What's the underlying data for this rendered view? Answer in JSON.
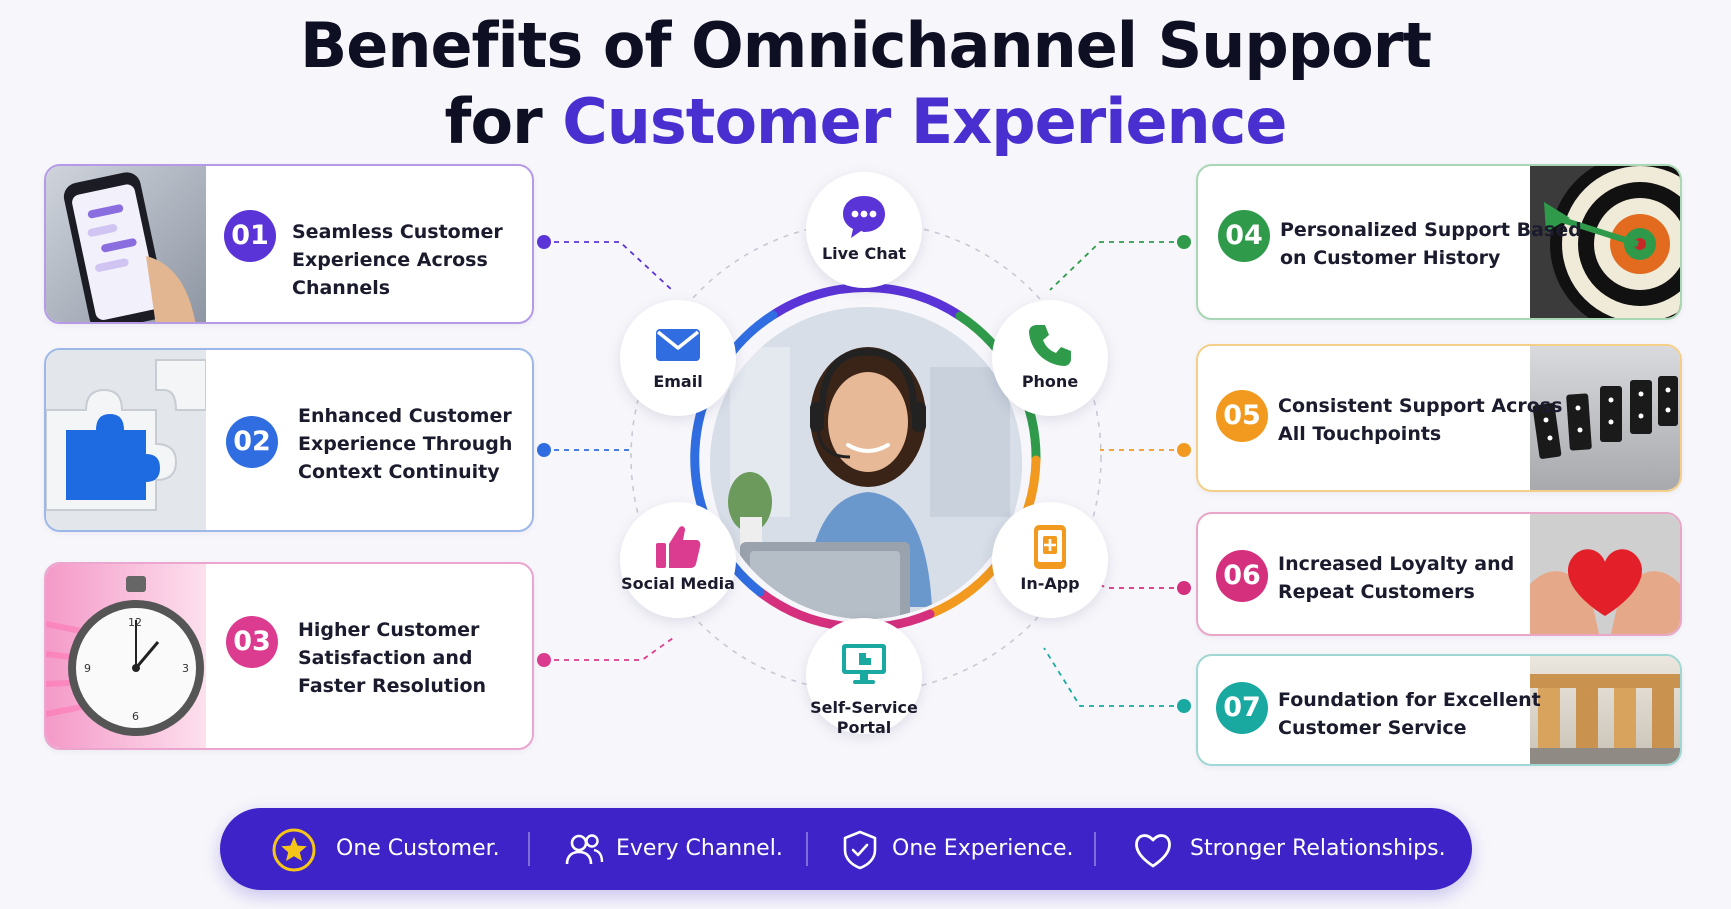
{
  "title": {
    "line1": "Benefits of Omnichannel Support",
    "line2_prefix": "for ",
    "line2_accent": "Customer Experience"
  },
  "colors": {
    "purple": "#5b34d8",
    "blue": "#2f6de0",
    "pink": "#dc3c8f",
    "green": "#2f9a4a",
    "orange": "#f29a1f",
    "magenta": "#d4307e",
    "teal": "#19a9a0",
    "banner": "#3d23c8"
  },
  "benefits": [
    {
      "number": "01",
      "line1": "Seamless Customer",
      "line2": "Experience Across Channels",
      "line3": "",
      "color": "#5b34d8",
      "image": "smartphone-chat-photo"
    },
    {
      "number": "02",
      "line1": "Enhanced Customer",
      "line2": "Experience Through",
      "line3": "Context Continuity",
      "color": "#2f6de0",
      "image": "puzzle-piece-photo"
    },
    {
      "number": "03",
      "line1": "Higher Customer",
      "line2": "Satisfaction and",
      "line3": "Faster Resolution",
      "color": "#dc3c8f",
      "image": "stopwatch-photo"
    },
    {
      "number": "04",
      "line1": "Personalized Support Based",
      "line2": "on Customer History",
      "line3": "",
      "color": "#2f9a4a",
      "image": "dartboard-photo"
    },
    {
      "number": "05",
      "line1": "Consistent Support Across",
      "line2": "All Touchpoints",
      "line3": "",
      "color": "#f29a1f",
      "image": "dominoes-photo"
    },
    {
      "number": "06",
      "line1": "Increased Loyalty and",
      "line2": "Repeat Customers",
      "line3": "",
      "color": "#d4307e",
      "image": "heart-in-hands-photo"
    },
    {
      "number": "07",
      "line1": "Foundation for Excellent",
      "line2": "Customer Service",
      "line3": "",
      "color": "#19a9a0",
      "image": "wooden-blocks-photo"
    }
  ],
  "channels": [
    {
      "label": "Live Chat",
      "label2": "",
      "icon": "chat-bubble-icon",
      "color": "#5b34d8"
    },
    {
      "label": "Email",
      "label2": "",
      "icon": "envelope-icon",
      "color": "#2f6de0"
    },
    {
      "label": "Phone",
      "label2": "",
      "icon": "phone-icon",
      "color": "#2f9a4a"
    },
    {
      "label": "Social Media",
      "label2": "",
      "icon": "thumbs-up-icon",
      "color": "#dc3c8f"
    },
    {
      "label": "In-App",
      "label2": "",
      "icon": "mobile-app-icon",
      "color": "#f29a1f"
    },
    {
      "label": "Self-Service",
      "label2": "Portal",
      "icon": "monitor-icon",
      "color": "#19a9a0"
    }
  ],
  "center_image": "support-agent-headset-photo",
  "banner": {
    "items": [
      {
        "text": "One Customer.",
        "icon": "star-icon"
      },
      {
        "text": "Every Channel.",
        "icon": "users-icon"
      },
      {
        "text": "One Experience.",
        "icon": "shield-check-icon"
      },
      {
        "text": "Stronger Relationships.",
        "icon": "heart-icon"
      }
    ]
  }
}
